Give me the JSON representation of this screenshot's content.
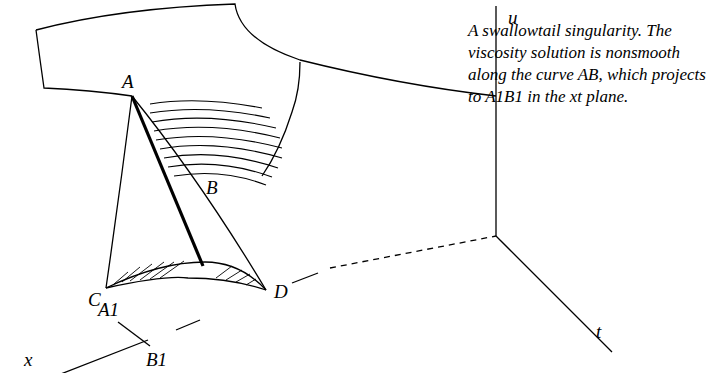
{
  "diagram": {
    "caption": "A swallowtail singularity. The viscosity solution is nonsmooth along the curve AB, which projects to A1B1 in the xt plane.",
    "labels": [
      "u",
      "x",
      "t",
      "A",
      "B",
      "C",
      "D",
      "A1",
      "B1"
    ]
  }
}
